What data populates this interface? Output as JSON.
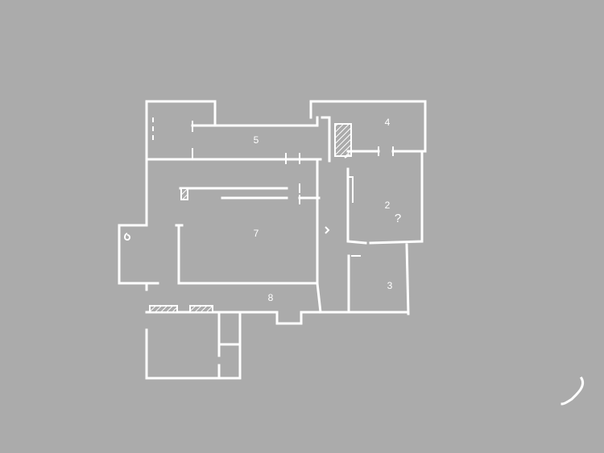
{
  "rooms": [
    {
      "id": "room-2",
      "label": "2"
    },
    {
      "id": "room-3",
      "label": "3"
    },
    {
      "id": "room-4",
      "label": "4"
    },
    {
      "id": "room-5",
      "label": "5"
    },
    {
      "id": "room-7",
      "label": "7"
    },
    {
      "id": "room-8",
      "label": "8"
    }
  ],
  "question_mark": "?",
  "colors": {
    "background": "#ababab",
    "lines": "#ffffff"
  }
}
